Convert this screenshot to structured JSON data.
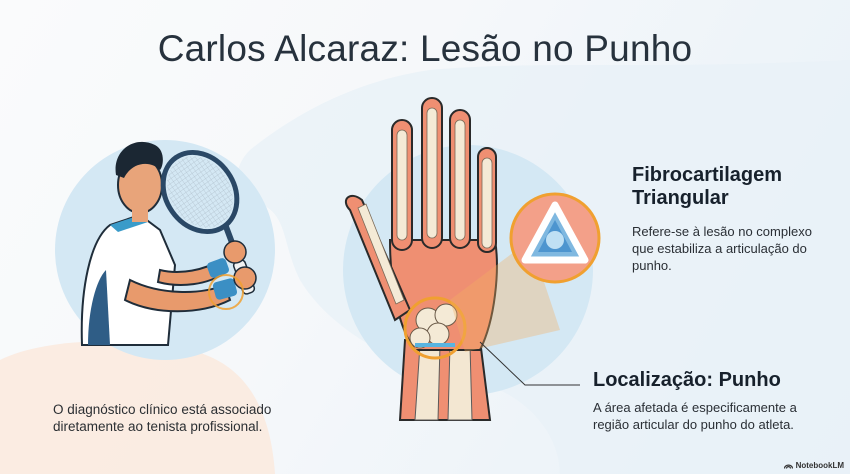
{
  "header": {
    "title": "Carlos Alcaraz: Lesão no Punho"
  },
  "player_panel": {
    "illustration": "tennis-player-illustration",
    "caption_lines": [
      "O diagnóstico clínico está associado",
      "diretamente ao tenista profissional."
    ]
  },
  "anatomy_panel": {
    "illustration": "hand-wrist-anatomy-illustration",
    "callout_detail": "tfcc-zoom-detail"
  },
  "callouts": [
    {
      "heading_lines": [
        "Fibrocartilagem",
        "Triangular"
      ],
      "description_lines": [
        "Refere-se à lesão no complexo",
        "que estabiliza a articulação do",
        "punho."
      ]
    },
    {
      "heading_lines": [
        "Localização: Punho"
      ],
      "description_lines": [
        "A área afetada é especificamente a",
        "região articular do punho do atleta."
      ]
    }
  ],
  "footer": {
    "badge_label": "NotebookLM",
    "badge_icon": "notebooklm-logo-icon"
  },
  "colors": {
    "title": "#27323d",
    "heading": "#17212c",
    "circle_bg": "#d4e8f4",
    "highlight_ring": "#f0a030",
    "peach_blob": "#fbe9dc"
  }
}
